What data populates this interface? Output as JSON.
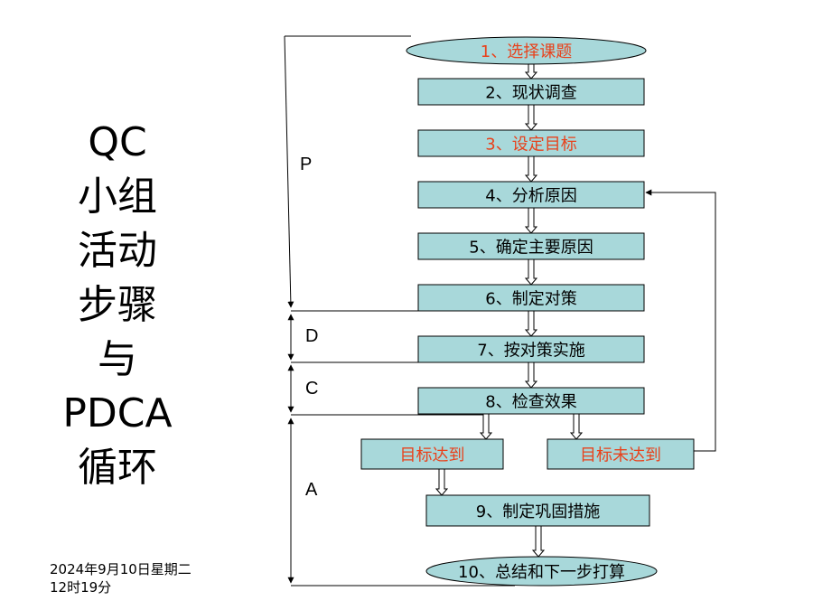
{
  "title_lines": [
    "QC",
    "小组",
    "活动",
    "步骤",
    "与",
    "PDCA",
    "循环"
  ],
  "date": {
    "line1": "2024年9月10日星期二",
    "line2": "12时19分"
  },
  "colors": {
    "box_fill": "#a8d8da",
    "box_stroke": "#000000",
    "text_default": "#000000",
    "text_highlight": "#e8421c",
    "line": "#000000"
  },
  "phases": [
    "P",
    "D",
    "C",
    "A"
  ],
  "steps": [
    {
      "id": "s1",
      "label": "1、选择课题",
      "shape": "ellipse",
      "highlight": true
    },
    {
      "id": "s2",
      "label": "2、现状调查",
      "shape": "rect",
      "highlight": false
    },
    {
      "id": "s3",
      "label": "3、设定目标",
      "shape": "rect",
      "highlight": true
    },
    {
      "id": "s4",
      "label": "4、分析原因",
      "shape": "rect",
      "highlight": false
    },
    {
      "id": "s5",
      "label": "5、确定主要原因",
      "shape": "rect",
      "highlight": false
    },
    {
      "id": "s6",
      "label": "6、制定对策",
      "shape": "rect",
      "highlight": false
    },
    {
      "id": "s7",
      "label": "7、按对策实施",
      "shape": "rect",
      "highlight": false
    },
    {
      "id": "s8",
      "label": "8、检查效果",
      "shape": "rect",
      "highlight": false
    },
    {
      "id": "ga",
      "label": "目标达到",
      "shape": "rect",
      "highlight": true
    },
    {
      "id": "gn",
      "label": "目标未达到",
      "shape": "rect",
      "highlight": true
    },
    {
      "id": "s9",
      "label": "9、制定巩固措施",
      "shape": "rect",
      "highlight": false
    },
    {
      "id": "s10",
      "label": "10、总结和下一步打算",
      "shape": "ellipse",
      "highlight": false
    }
  ]
}
